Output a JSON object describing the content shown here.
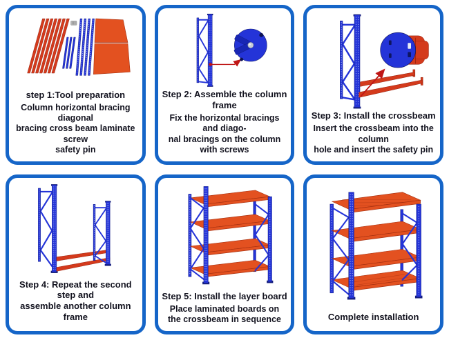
{
  "colors": {
    "panel_border": "#1565c8",
    "column_blue": "#2434d8",
    "column_blue_dark": "#141d7e",
    "beam_red": "#d43a1c",
    "beam_red_dark": "#8c1d0c",
    "board_orange": "#e35120",
    "board_orange_dark": "#a32f10",
    "arrow_red": "#bf1616",
    "bolt_gray": "#c9ced8",
    "text": "#13131f",
    "background": "#ffffff"
  },
  "panels": [
    {
      "id": "step-1",
      "title": "step 1:Tool preparation",
      "description": "Column horizontal bracing diagonal\nbracing cross beam laminate screw\nsafety pin",
      "illustration": "disassembled-rack-parts"
    },
    {
      "id": "step-2",
      "title": "Step 2: Assemble the column frame",
      "description": "Fix the horizontal bracings and diago-\nnal bracings on the column with screws",
      "illustration": "column-frame-with-screw-detail-zoom"
    },
    {
      "id": "step-3",
      "title": "Step 3: Install the crossbeam",
      "description": "Insert the crossbeam into the column\nhole and insert the safety pin",
      "illustration": "column-frame-with-crossbeams-and-connector-zoom"
    },
    {
      "id": "step-4",
      "title": "Step 4: Repeat the second step and\nassemble another column frame",
      "description": "",
      "illustration": "two-column-frames-joined-by-crossbeams"
    },
    {
      "id": "step-5",
      "title": "Step 5: Install the layer board",
      "description": "Place laminated boards on\nthe crossbeam in sequence",
      "illustration": "rack-with-four-layer-boards"
    },
    {
      "id": "step-6",
      "title": "Complete installation",
      "description": "",
      "illustration": "completed-storage-rack"
    }
  ]
}
